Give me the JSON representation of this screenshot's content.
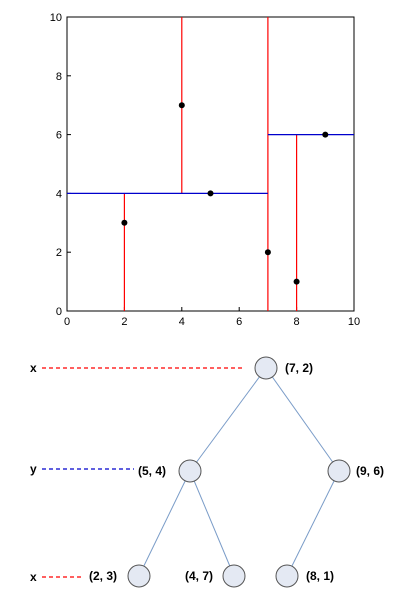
{
  "scatter": {
    "x_ticks": [
      "0",
      "2",
      "4",
      "6",
      "8",
      "10"
    ],
    "y_ticks": [
      "0",
      "2",
      "4",
      "6",
      "8",
      "10"
    ],
    "points": [
      {
        "x": 2,
        "y": 3
      },
      {
        "x": 4,
        "y": 7
      },
      {
        "x": 5,
        "y": 4
      },
      {
        "x": 7,
        "y": 2
      },
      {
        "x": 8,
        "y": 1
      },
      {
        "x": 9,
        "y": 6
      }
    ],
    "vertical_splits": [
      {
        "x": 7,
        "y0": 0,
        "y1": 10
      },
      {
        "x": 2,
        "y0": 0,
        "y1": 4
      },
      {
        "x": 4,
        "y0": 4,
        "y1": 10
      },
      {
        "x": 8,
        "y0": 0,
        "y1": 6
      }
    ],
    "horizontal_splits": [
      {
        "y": 4,
        "x0": 0,
        "x1": 7
      },
      {
        "y": 6,
        "x0": 7,
        "x1": 10
      }
    ],
    "colors": {
      "vertical": "#ff0000",
      "horizontal": "#0000cc",
      "point": "#000000"
    }
  },
  "tree": {
    "levels": [
      {
        "axis": "x",
        "color": "#ff0000"
      },
      {
        "axis": "y",
        "color": "#0000cc"
      },
      {
        "axis": "x",
        "color": "#ff0000"
      }
    ],
    "nodes": [
      {
        "label": "(7, 2)"
      },
      {
        "label": "(5, 4)"
      },
      {
        "label": "(9, 6)"
      },
      {
        "label": "(2, 3)"
      },
      {
        "label": "(4, 7)"
      },
      {
        "label": "(8, 1)"
      }
    ],
    "node_fill": "#e4e9f3",
    "edge_color": "#7a9cc8"
  }
}
